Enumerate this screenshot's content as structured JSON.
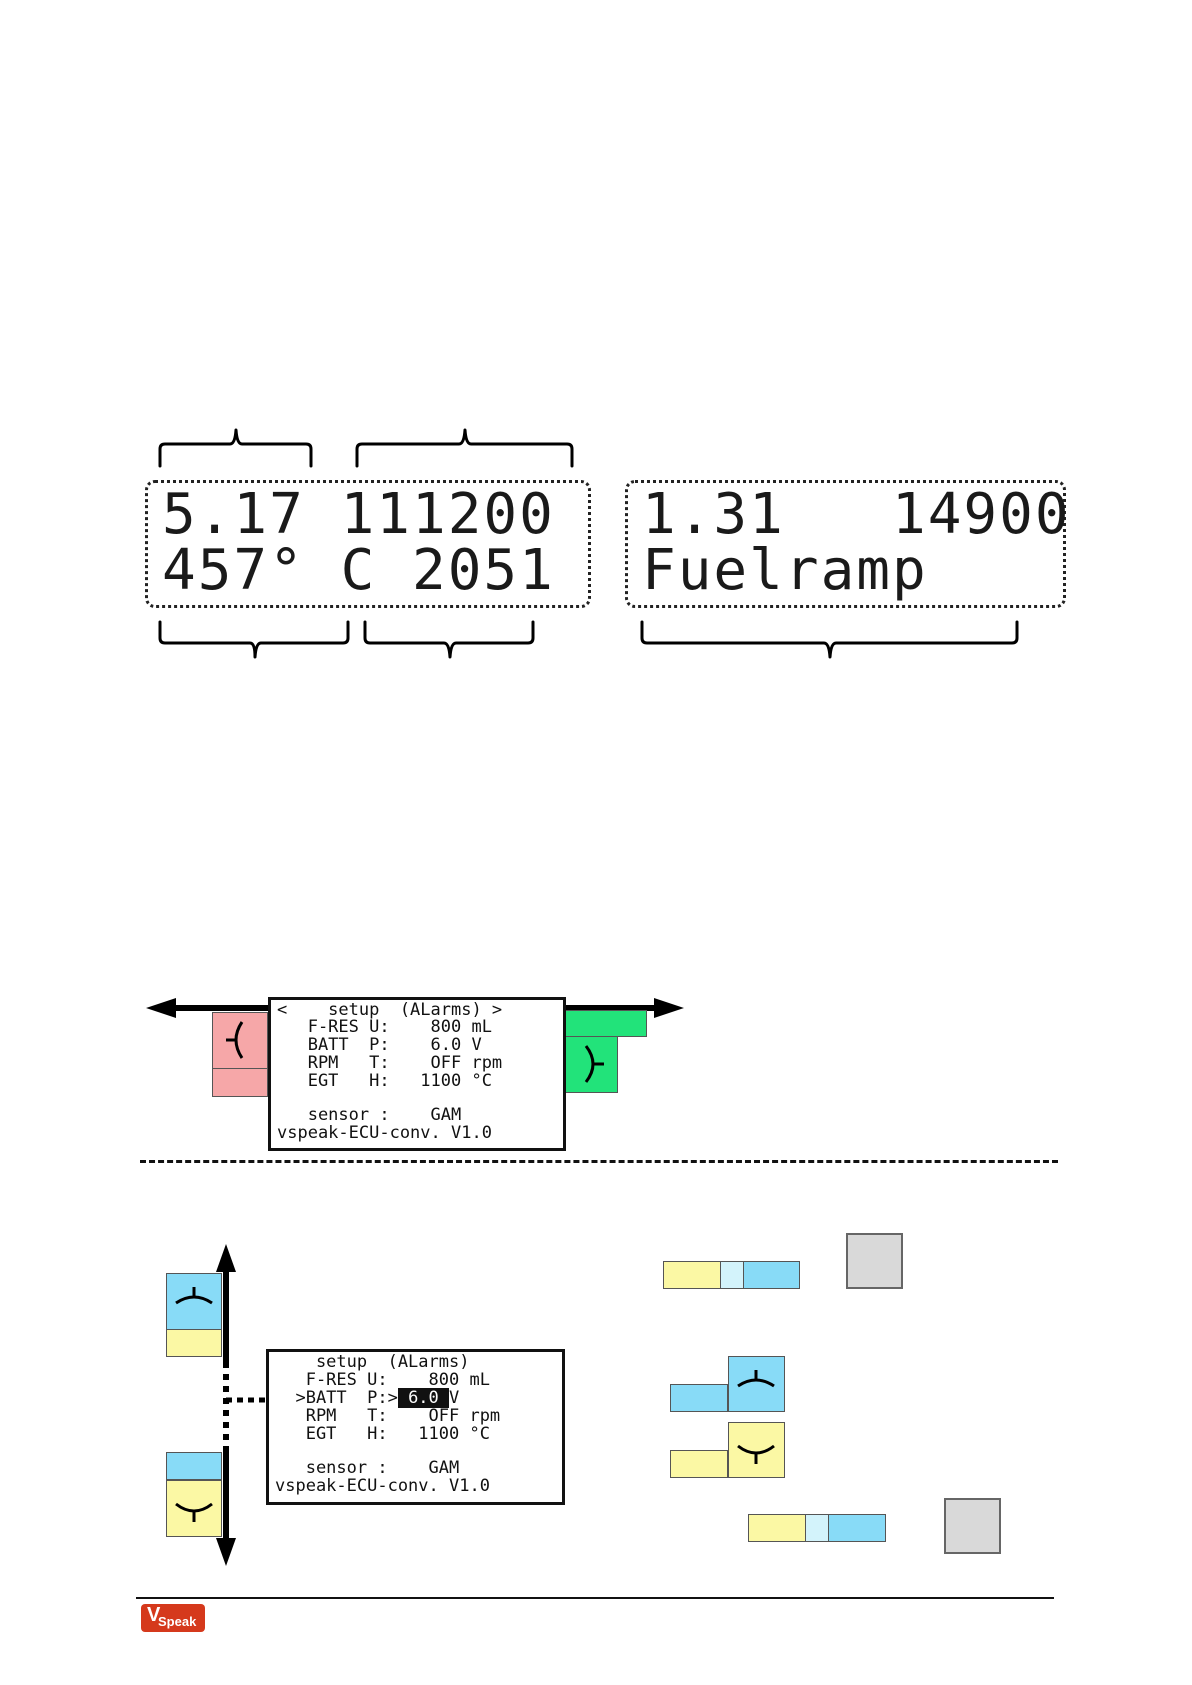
{
  "lcd_top_left": {
    "row1": "5.17 111200",
    "row2": "457° C 2051"
  },
  "lcd_top_right": {
    "row1": "1.31   14900",
    "row2": "Fuelramp"
  },
  "setup_screen_1": {
    "lines": [
      "<    setup  (ALarms) >",
      "   F-RES U:    800 mL",
      "   BATT  P:    6.0 V",
      "   RPM   T:    OFF rpm",
      "   EGT   H:   1100 °C",
      "",
      "   sensor :    GAM",
      "vspeak-ECU-conv. V1.0"
    ]
  },
  "setup_screen_2": {
    "lines": [
      "    setup  (ALarms)",
      "   F-RES U:    800 mL",
      "  >BATT  P:>",
      "   RPM   T:    OFF rpm",
      "   EGT   H:   1100 °C",
      "",
      "   sensor :    GAM",
      "vspeak-ECU-conv. V1.0"
    ],
    "batt_prefix": "  >BATT  P:>",
    "selected_value": " 6.0 ",
    "batt_suffix": "V"
  },
  "footer": {
    "logo_v": "V",
    "logo_text": "Speak"
  },
  "colors": {
    "pink": "#f6a7a8",
    "green": "#22e37a",
    "blue": "#88dbf7",
    "yellow": "#fbf8a4",
    "logo": "#d5391c"
  }
}
